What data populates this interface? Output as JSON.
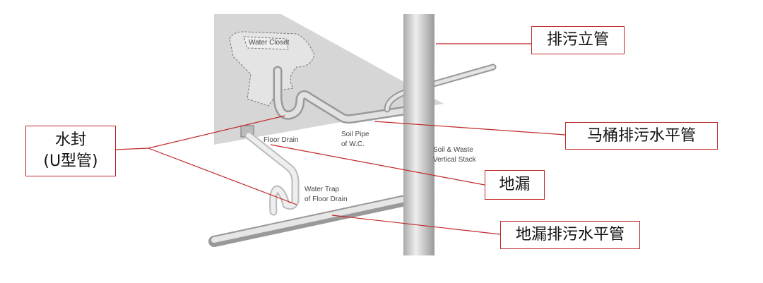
{
  "labels": {
    "stack": "排污立管",
    "wc_pipe": "马桶排污水平管",
    "seal_line1": "水封",
    "seal_line2": "(U型管)",
    "floor_drain": "地漏",
    "drain_pipe": "地漏排污水平管"
  },
  "diagram_text": {
    "water_closet": "Water Closet",
    "soil_pipe_1": "Soil Pipe",
    "soil_pipe_2": "of W.C.",
    "floor_drain": "Floor Drain",
    "stack_1": "Soil & Waste",
    "stack_2": "Vertical Stack",
    "trap_1": "Water Trap",
    "trap_2": "of Floor Drain"
  },
  "colors": {
    "callout": "#c0282a",
    "floor": "#d6d6d6",
    "pipe": "#c9c9c9"
  }
}
